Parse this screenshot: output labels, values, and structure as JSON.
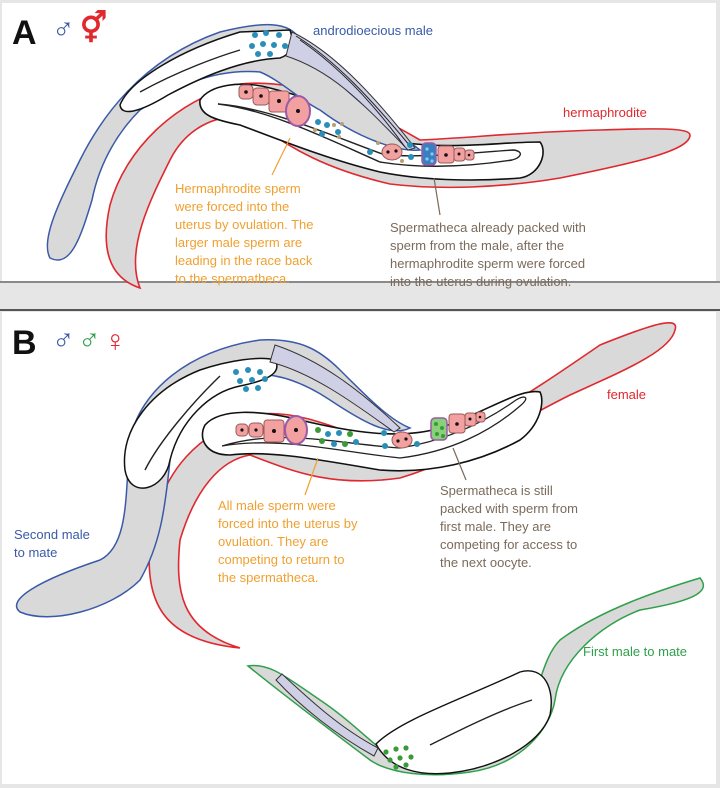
{
  "colors": {
    "male_blue": "#3a5aa8",
    "first_male_green": "#2ea04a",
    "hermaphrodite_red": "#e0282e",
    "annotation_orange": "#f0a030",
    "annotation_brown": "#7a6a5a",
    "body_gray": "#d9d9d9",
    "oocyte_pink": "#f2a0a0",
    "sperm_cyan": "#2a8fb8",
    "sperm_green": "#3a9a3a",
    "sperm_tan": "#b8a070"
  },
  "panel_a": {
    "letter": "A",
    "symbols": [
      {
        "name": "male-symbol",
        "glyph": "♂",
        "color": "#3a5aa8"
      },
      {
        "name": "hermaphrodite-symbol",
        "glyph": "⚥",
        "color": "#e0282e"
      }
    ],
    "labels": {
      "male": "androdioecious male",
      "hermaphrodite": "hermaphrodite"
    },
    "note_orange": [
      "Hermaphrodite sperm",
      "were forced into the",
      "uterus by ovulation. The",
      "larger male sperm are",
      "leading in the race back",
      "to the spermatheca."
    ],
    "note_brown": [
      "Spermatheca already packed with",
      "sperm from the male, after the",
      "hermaphrodite sperm were forced",
      "into the uterus during ovulation."
    ]
  },
  "panel_b": {
    "letter": "B",
    "symbols": [
      {
        "name": "second-male-symbol",
        "glyph": "♂",
        "color": "#3a5aa8"
      },
      {
        "name": "first-male-symbol",
        "glyph": "♂",
        "color": "#2ea04a"
      },
      {
        "name": "female-symbol",
        "glyph": "♀",
        "color": "#e0282e"
      }
    ],
    "labels": {
      "female": "female",
      "second_male": [
        "Second male",
        "to mate"
      ],
      "first_male": "First male to mate"
    },
    "note_orange": [
      "All male sperm were",
      "forced into the uterus by",
      "ovulation. They are",
      "competing to return to",
      "the spermatheca."
    ],
    "note_brown": [
      "Spermatheca is still",
      "packed with sperm from",
      "first male. They are",
      "competing for access to",
      "the next oocyte."
    ]
  }
}
